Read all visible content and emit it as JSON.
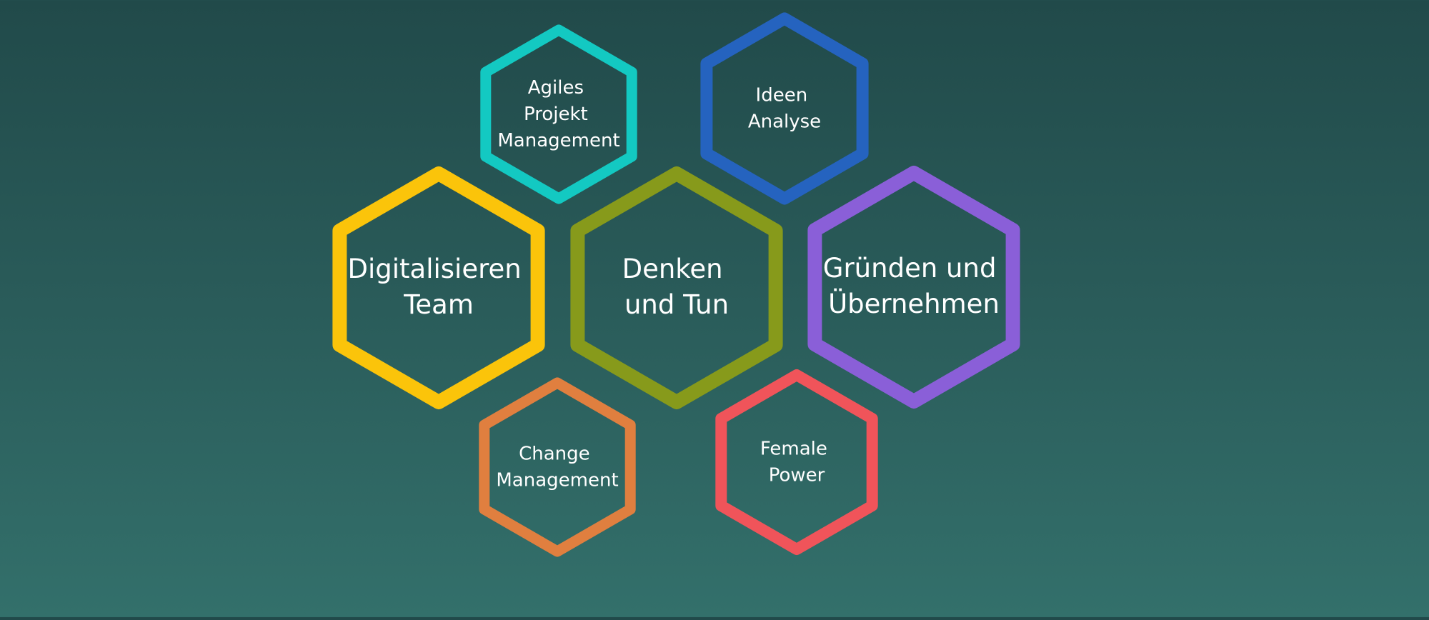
{
  "diagram": {
    "nodes": [
      {
        "id": "agiles",
        "lines": [
          "Agiles",
          "Projekt",
          "Management"
        ],
        "color": "#13c9c2"
      },
      {
        "id": "ideen",
        "lines": [
          "Ideen",
          "Analyse"
        ],
        "color": "#2563bf"
      },
      {
        "id": "digitalisieren",
        "lines": [
          "Digitalisieren",
          "Team"
        ],
        "color": "#fbc40a"
      },
      {
        "id": "denken",
        "lines": [
          "Denken",
          "und Tun"
        ],
        "color": "#879a1b"
      },
      {
        "id": "gruenden",
        "lines": [
          "Gründen und",
          "Übernehmen"
        ],
        "color": "#8a5fd8"
      },
      {
        "id": "change",
        "lines": [
          "Change",
          "Management"
        ],
        "color": "#e07f3f"
      },
      {
        "id": "female",
        "lines": [
          "Female",
          "Power"
        ],
        "color": "#f0545a"
      }
    ]
  }
}
